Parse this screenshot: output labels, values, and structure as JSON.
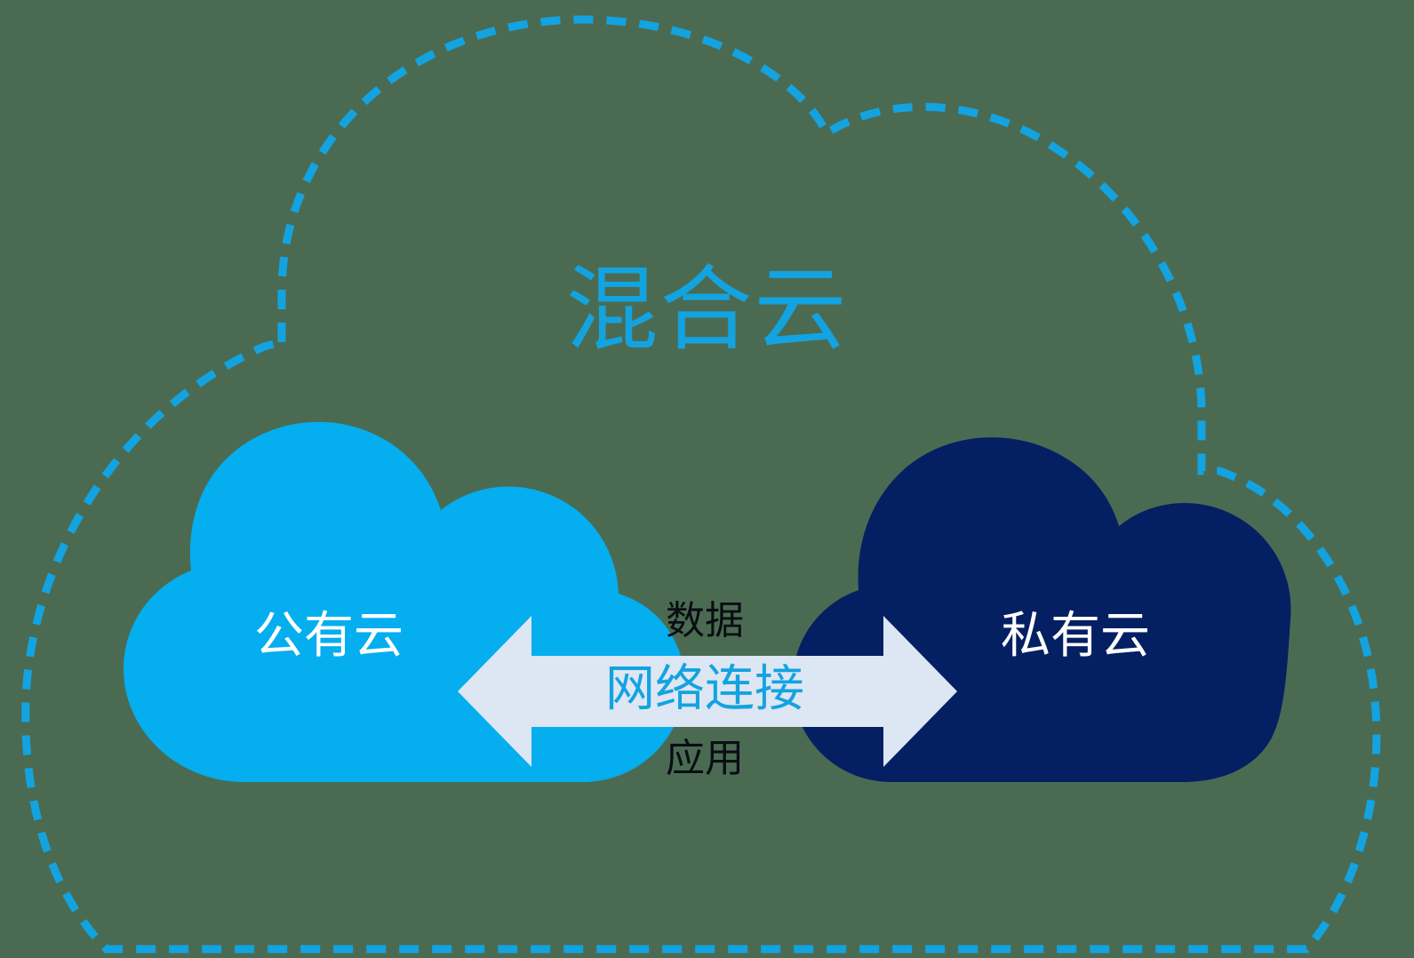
{
  "diagram": {
    "type": "hybrid-cloud-architecture",
    "title": "混合云",
    "outer_boundary": {
      "name": "hybrid-cloud-dashed-boundary",
      "style": "dashed",
      "color": "#13a3e0",
      "stroke_width": 9,
      "dash": "22 15"
    },
    "nodes": [
      {
        "id": "public-cloud",
        "label": "公有云",
        "shape": "cloud",
        "fill": "#04AEEF",
        "text_color": "#ffffff"
      },
      {
        "id": "private-cloud",
        "label": "私有云",
        "shape": "cloud",
        "fill": "#042063",
        "text_color": "#ffffff"
      }
    ],
    "connector": {
      "name": "bidirectional-arrow",
      "fill": "#dde6f3",
      "direction": "both",
      "label_above": "数据",
      "label_center": "网络连接",
      "label_below": "应用",
      "label_above_color": "#0a0d14",
      "label_center_color": "#13a3e0",
      "label_below_color": "#0a0d14"
    },
    "colors": {
      "accent_blue": "#13a3e0",
      "public_cloud_blue": "#04AEEF",
      "private_cloud_navy": "#042063",
      "arrow_gray_blue": "#dde6f3",
      "background": "#4a6b52"
    }
  }
}
